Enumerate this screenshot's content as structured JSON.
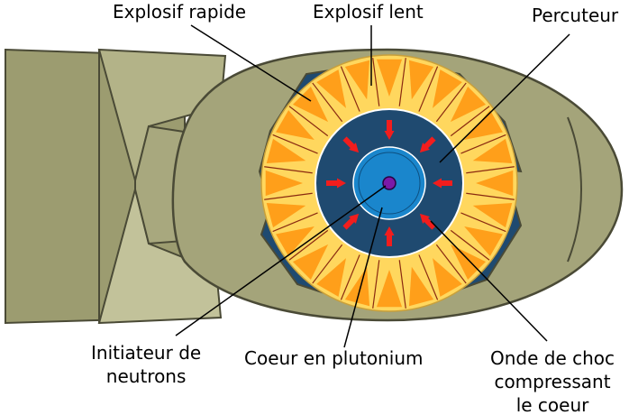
{
  "labels": {
    "explosif_rapide": "Explosif rapide",
    "explosif_lent": "Explosif lent",
    "percuteur": "Percuteur",
    "initiateur": [
      "Initiateur de",
      "neutrons"
    ],
    "coeur": "Coeur en plutonium",
    "onde": [
      "Onde de choc",
      "compressant",
      "le coeur"
    ]
  },
  "colors": {
    "casing": "#a4a47a",
    "casing_dark": "#8c8c62",
    "casing_light": "#bcbc94",
    "outline": "#4a4a36",
    "fast_explosive": "#ffd75e",
    "slow_explosive": "#ff9f1a",
    "tamper": "#1f4a70",
    "core": "#1a86cc",
    "initiator": "#7a1aa8",
    "arrows": "#f21d1d"
  }
}
